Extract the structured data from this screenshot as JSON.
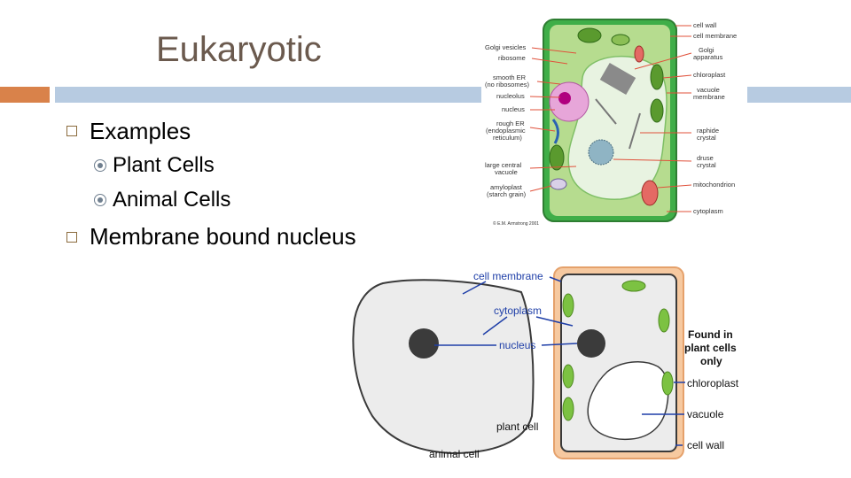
{
  "slide": {
    "title": "Eukaryotic",
    "bullets": [
      {
        "text": "Examples",
        "sub": [
          "Plant Cells",
          "Animal Cells"
        ]
      },
      {
        "text": "Membrane bound nucleus",
        "sub": []
      }
    ]
  },
  "plant_diagram": {
    "left_labels": [
      "Golgi vesicles",
      "ribosome",
      "smooth ER",
      "(no ribosomes)",
      "nucleolus",
      "nucleus",
      "rough ER",
      "(endoplasmic",
      "reticulum)",
      "large central",
      "vacuole",
      "amyloplast",
      "(starch grain)"
    ],
    "right_labels": [
      "cell wall",
      "cell membrane",
      "Golgi",
      "apparatus",
      "chloroplast",
      "vacuole",
      "membrane",
      "raphide",
      "crystal",
      "druse",
      "crystal",
      "mitochondrion",
      "cytoplasm"
    ],
    "credit": "© E.M. Armstrong 2001"
  },
  "comparison": {
    "labels": {
      "cell_membrane": "cell membrane",
      "cytoplasm": "cytoplasm",
      "nucleus": "nucleus",
      "found_in": [
        "Found in",
        "plant cells",
        "only"
      ],
      "chloroplast": "chloroplast",
      "vacuole": "vacuole",
      "cell_wall": "cell wall",
      "plant_cell": "plant cell",
      "animal_cell": "animal cell"
    }
  },
  "colors": {
    "title": "#6b5a4e",
    "accent_orange": "#d9824a",
    "accent_blue": "#b7cbe1",
    "plant_wall": "#3fae48",
    "chloroplast": "#7cc242",
    "label_blue": "#1f3fa8",
    "arrow_red": "#e0503a"
  }
}
